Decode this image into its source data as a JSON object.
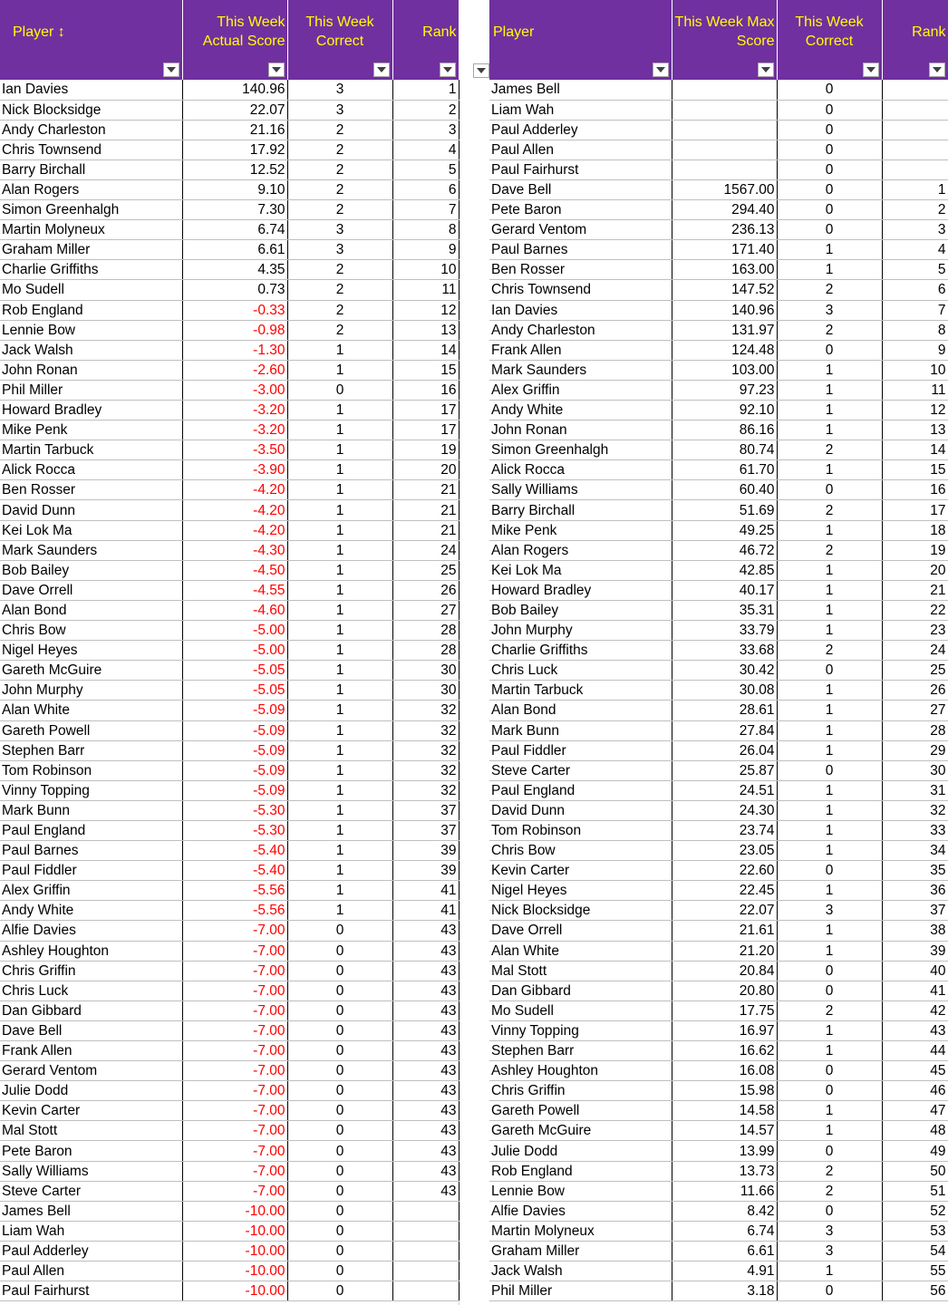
{
  "left": {
    "headers": [
      "Player ↕",
      "This Week Actual Score",
      "This Week Correct",
      "Rank"
    ],
    "rows": [
      [
        "Ian Davies",
        "140.96",
        "3",
        "1"
      ],
      [
        "Nick Blocksidge",
        "22.07",
        "3",
        "2"
      ],
      [
        "Andy Charleston",
        "21.16",
        "2",
        "3"
      ],
      [
        "Chris Townsend",
        "17.92",
        "2",
        "4"
      ],
      [
        "Barry Birchall",
        "12.52",
        "2",
        "5"
      ],
      [
        "Alan Rogers",
        "9.10",
        "2",
        "6"
      ],
      [
        "Simon Greenhalgh",
        "7.30",
        "2",
        "7"
      ],
      [
        "Martin Molyneux",
        "6.74",
        "3",
        "8"
      ],
      [
        "Graham Miller",
        "6.61",
        "3",
        "9"
      ],
      [
        "Charlie Griffiths",
        "4.35",
        "2",
        "10"
      ],
      [
        "Mo Sudell",
        "0.73",
        "2",
        "11"
      ],
      [
        "Rob England",
        "-0.33",
        "2",
        "12"
      ],
      [
        "Lennie Bow",
        "-0.98",
        "2",
        "13"
      ],
      [
        "Jack Walsh",
        "-1.30",
        "1",
        "14"
      ],
      [
        "John Ronan",
        "-2.60",
        "1",
        "15"
      ],
      [
        "Phil Miller",
        "-3.00",
        "0",
        "16"
      ],
      [
        "Howard Bradley",
        "-3.20",
        "1",
        "17"
      ],
      [
        "Mike Penk",
        "-3.20",
        "1",
        "17"
      ],
      [
        "Martin Tarbuck",
        "-3.50",
        "1",
        "19"
      ],
      [
        "Alick Rocca",
        "-3.90",
        "1",
        "20"
      ],
      [
        "Ben Rosser",
        "-4.20",
        "1",
        "21"
      ],
      [
        "David Dunn",
        "-4.20",
        "1",
        "21"
      ],
      [
        "Kei Lok Ma",
        "-4.20",
        "1",
        "21"
      ],
      [
        "Mark Saunders",
        "-4.30",
        "1",
        "24"
      ],
      [
        "Bob Bailey",
        "-4.50",
        "1",
        "25"
      ],
      [
        "Dave Orrell",
        "-4.55",
        "1",
        "26"
      ],
      [
        "Alan Bond",
        "-4.60",
        "1",
        "27"
      ],
      [
        "Chris Bow",
        "-5.00",
        "1",
        "28"
      ],
      [
        "Nigel Heyes",
        "-5.00",
        "1",
        "28"
      ],
      [
        "Gareth McGuire",
        "-5.05",
        "1",
        "30"
      ],
      [
        "John Murphy",
        "-5.05",
        "1",
        "30"
      ],
      [
        "Alan White",
        "-5.09",
        "1",
        "32"
      ],
      [
        "Gareth Powell",
        "-5.09",
        "1",
        "32"
      ],
      [
        "Stephen Barr",
        "-5.09",
        "1",
        "32"
      ],
      [
        "Tom Robinson",
        "-5.09",
        "1",
        "32"
      ],
      [
        "Vinny Topping",
        "-5.09",
        "1",
        "32"
      ],
      [
        "Mark Bunn",
        "-5.30",
        "1",
        "37"
      ],
      [
        "Paul England",
        "-5.30",
        "1",
        "37"
      ],
      [
        "Paul Barnes",
        "-5.40",
        "1",
        "39"
      ],
      [
        "Paul Fiddler",
        "-5.40",
        "1",
        "39"
      ],
      [
        "Alex Griffin",
        "-5.56",
        "1",
        "41"
      ],
      [
        "Andy White",
        "-5.56",
        "1",
        "41"
      ],
      [
        "Alfie Davies",
        "-7.00",
        "0",
        "43"
      ],
      [
        "Ashley Houghton",
        "-7.00",
        "0",
        "43"
      ],
      [
        "Chris Griffin",
        "-7.00",
        "0",
        "43"
      ],
      [
        "Chris Luck",
        "-7.00",
        "0",
        "43"
      ],
      [
        "Dan Gibbard",
        "-7.00",
        "0",
        "43"
      ],
      [
        "Dave Bell",
        "-7.00",
        "0",
        "43"
      ],
      [
        "Frank Allen",
        "-7.00",
        "0",
        "43"
      ],
      [
        "Gerard Ventom",
        "-7.00",
        "0",
        "43"
      ],
      [
        "Julie Dodd",
        "-7.00",
        "0",
        "43"
      ],
      [
        "Kevin Carter",
        "-7.00",
        "0",
        "43"
      ],
      [
        "Mal Stott",
        "-7.00",
        "0",
        "43"
      ],
      [
        "Pete Baron",
        "-7.00",
        "0",
        "43"
      ],
      [
        "Sally Williams",
        "-7.00",
        "0",
        "43"
      ],
      [
        "Steve Carter",
        "-7.00",
        "0",
        "43"
      ],
      [
        "James Bell",
        "-10.00",
        "0",
        ""
      ],
      [
        "Liam Wah",
        "-10.00",
        "0",
        ""
      ],
      [
        "Paul Adderley",
        "-10.00",
        "0",
        ""
      ],
      [
        "Paul Allen",
        "-10.00",
        "0",
        ""
      ],
      [
        "Paul Fairhurst",
        "-10.00",
        "0",
        ""
      ]
    ]
  },
  "right": {
    "headers": [
      "Player",
      "This Week Max Score",
      "This Week Correct",
      "Rank"
    ],
    "rows": [
      [
        "James Bell",
        "",
        "0",
        ""
      ],
      [
        "Liam Wah",
        "",
        "0",
        ""
      ],
      [
        "Paul Adderley",
        "",
        "0",
        ""
      ],
      [
        "Paul Allen",
        "",
        "0",
        ""
      ],
      [
        "Paul Fairhurst",
        "",
        "0",
        ""
      ],
      [
        "Dave Bell",
        "1567.00",
        "0",
        "1"
      ],
      [
        "Pete Baron",
        "294.40",
        "0",
        "2"
      ],
      [
        "Gerard Ventom",
        "236.13",
        "0",
        "3"
      ],
      [
        "Paul Barnes",
        "171.40",
        "1",
        "4"
      ],
      [
        "Ben Rosser",
        "163.00",
        "1",
        "5"
      ],
      [
        "Chris Townsend",
        "147.52",
        "2",
        "6"
      ],
      [
        "Ian Davies",
        "140.96",
        "3",
        "7"
      ],
      [
        "Andy Charleston",
        "131.97",
        "2",
        "8"
      ],
      [
        "Frank Allen",
        "124.48",
        "0",
        "9"
      ],
      [
        "Mark Saunders",
        "103.00",
        "1",
        "10"
      ],
      [
        "Alex Griffin",
        "97.23",
        "1",
        "11"
      ],
      [
        "Andy White",
        "92.10",
        "1",
        "12"
      ],
      [
        "John Ronan",
        "86.16",
        "1",
        "13"
      ],
      [
        "Simon Greenhalgh",
        "80.74",
        "2",
        "14"
      ],
      [
        "Alick Rocca",
        "61.70",
        "1",
        "15"
      ],
      [
        "Sally Williams",
        "60.40",
        "0",
        "16"
      ],
      [
        "Barry Birchall",
        "51.69",
        "2",
        "17"
      ],
      [
        "Mike Penk",
        "49.25",
        "1",
        "18"
      ],
      [
        "Alan Rogers",
        "46.72",
        "2",
        "19"
      ],
      [
        "Kei Lok Ma",
        "42.85",
        "1",
        "20"
      ],
      [
        "Howard Bradley",
        "40.17",
        "1",
        "21"
      ],
      [
        "Bob Bailey",
        "35.31",
        "1",
        "22"
      ],
      [
        "John Murphy",
        "33.79",
        "1",
        "23"
      ],
      [
        "Charlie Griffiths",
        "33.68",
        "2",
        "24"
      ],
      [
        "Chris Luck",
        "30.42",
        "0",
        "25"
      ],
      [
        "Martin Tarbuck",
        "30.08",
        "1",
        "26"
      ],
      [
        "Alan Bond",
        "28.61",
        "1",
        "27"
      ],
      [
        "Mark Bunn",
        "27.84",
        "1",
        "28"
      ],
      [
        "Paul Fiddler",
        "26.04",
        "1",
        "29"
      ],
      [
        "Steve Carter",
        "25.87",
        "0",
        "30"
      ],
      [
        "Paul England",
        "24.51",
        "1",
        "31"
      ],
      [
        "David Dunn",
        "24.30",
        "1",
        "32"
      ],
      [
        "Tom Robinson",
        "23.74",
        "1",
        "33"
      ],
      [
        "Chris Bow",
        "23.05",
        "1",
        "34"
      ],
      [
        "Kevin Carter",
        "22.60",
        "0",
        "35"
      ],
      [
        "Nigel Heyes",
        "22.45",
        "1",
        "36"
      ],
      [
        "Nick Blocksidge",
        "22.07",
        "3",
        "37"
      ],
      [
        "Dave Orrell",
        "21.61",
        "1",
        "38"
      ],
      [
        "Alan White",
        "21.20",
        "1",
        "39"
      ],
      [
        "Mal Stott",
        "20.84",
        "0",
        "40"
      ],
      [
        "Dan Gibbard",
        "20.80",
        "0",
        "41"
      ],
      [
        "Mo Sudell",
        "17.75",
        "2",
        "42"
      ],
      [
        "Vinny Topping",
        "16.97",
        "1",
        "43"
      ],
      [
        "Stephen Barr",
        "16.62",
        "1",
        "44"
      ],
      [
        "Ashley Houghton",
        "16.08",
        "0",
        "45"
      ],
      [
        "Chris Griffin",
        "15.98",
        "0",
        "46"
      ],
      [
        "Gareth Powell",
        "14.58",
        "1",
        "47"
      ],
      [
        "Gareth McGuire",
        "14.57",
        "1",
        "48"
      ],
      [
        "Julie Dodd",
        "13.99",
        "0",
        "49"
      ],
      [
        "Rob England",
        "13.73",
        "2",
        "50"
      ],
      [
        "Lennie Bow",
        "11.66",
        "2",
        "51"
      ],
      [
        "Alfie Davies",
        "8.42",
        "0",
        "52"
      ],
      [
        "Martin Molyneux",
        "6.74",
        "3",
        "53"
      ],
      [
        "Graham Miller",
        "6.61",
        "3",
        "54"
      ],
      [
        "Jack Walsh",
        "4.91",
        "1",
        "55"
      ],
      [
        "Phil Miller",
        "3.18",
        "0",
        "56"
      ]
    ]
  },
  "colors": {
    "header_bg": "#7030a0",
    "header_text": "#ffff00",
    "negative": "#ff0000"
  },
  "icons": {
    "filter": "dropdown-arrow-icon"
  }
}
